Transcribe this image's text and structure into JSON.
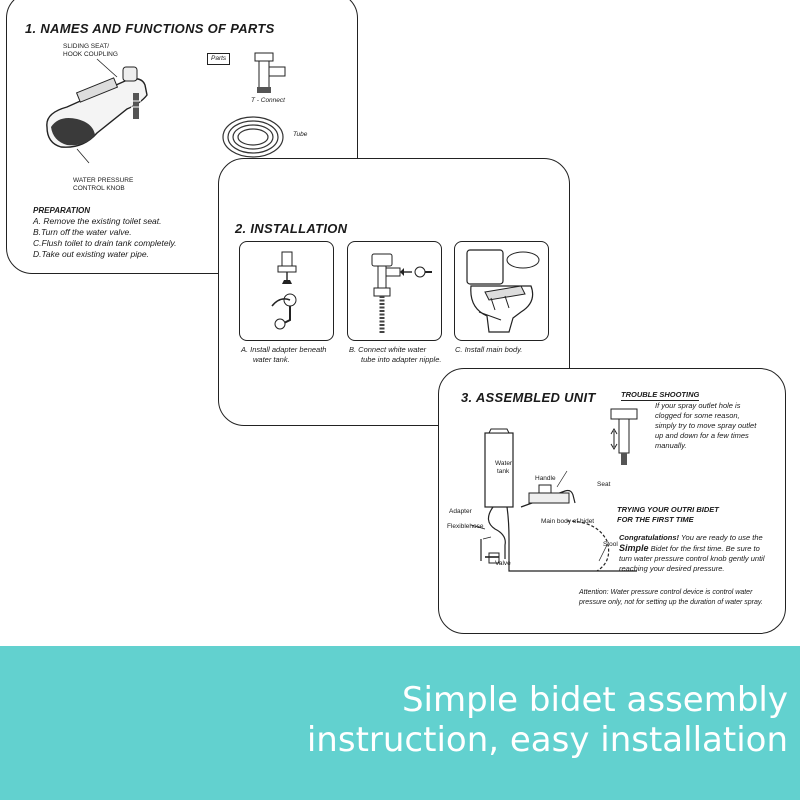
{
  "card1": {
    "title": "1. NAMES AND FUNCTIONS OF PARTS",
    "label_seat": "SLIDING SEAT/",
    "label_hook": "HOOK COUPLING",
    "label_knob1": "WATER PRESSURE",
    "label_knob2": "CONTROL KNOB",
    "parts_tag": "Parts",
    "label_tconnect": "T - Connect",
    "label_tube": "Tube",
    "prep_title": "PREPARATION",
    "prep_steps": [
      "A. Remove the existing toilet seat.",
      "B.Turn off the water valve.",
      "C.Flush toilet to drain tank completely.",
      "D.Take out existing water pipe."
    ]
  },
  "card2": {
    "title": "2. INSTALLATION",
    "caption_a1": "A.  Install adapter beneath",
    "caption_a2": "water tank.",
    "caption_b1": "B.  Connect white water",
    "caption_b2": "tube into adapter nipple.",
    "caption_c": "C.  Install main body."
  },
  "card3": {
    "title": "3. ASSEMBLED UNIT",
    "trouble_title": "TROUBLE SHOOTING",
    "trouble_text": "If your spray outlet hole is clogged for some reason, simply try to move spray outlet up and down for a few times manually.",
    "label_tank1": "Water",
    "label_tank2": "tank",
    "label_handle": "Handle",
    "label_seat": "Seat",
    "label_adapter": "Adapter",
    "label_flexhose": "Flexiblehose",
    "label_mainbody": "Main body of bidet",
    "label_stool": "Stool",
    "label_valve": "Valve",
    "first_title1": "TRYING YOUR OUTRI BIDET",
    "first_title2": "FOR THE FIRST TIME",
    "congrats_bold": "Congratulations!",
    "congrats_text1": " You are ready to use the ",
    "congrats_brand": "Simple",
    "congrats_text2": " Bidet for the first time. Be sure to turn water pressure control knob gently until reaching your desired pressure.",
    "attention": "Attention: Water pressure control device is control water pressure only, not for setting up the duration of water spray."
  },
  "banner": {
    "line1": "Simple bidet assembly",
    "line2": "instruction, easy installation",
    "color": "#62d1cf"
  }
}
